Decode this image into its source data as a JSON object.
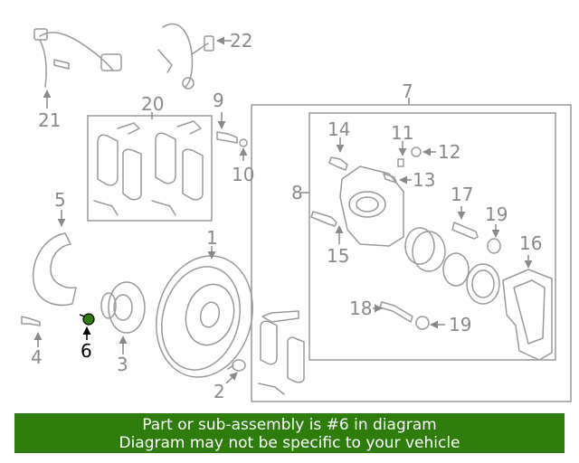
{
  "diagram": {
    "highlight_color": "#2e7d0c",
    "labels": {
      "p1": "1",
      "p2": "2",
      "p3": "3",
      "p4": "4",
      "p5": "5",
      "p6": "6",
      "p7": "7",
      "p8": "8",
      "p9": "9",
      "p10": "10",
      "p11": "11",
      "p12": "12",
      "p13": "13",
      "p14": "14",
      "p15": "15",
      "p16": "16",
      "p17": "17",
      "p18": "18",
      "p19a": "19",
      "p19b": "19",
      "p20": "20",
      "p21": "21",
      "p22": "22"
    }
  },
  "banner": {
    "line1": "Part or sub-assembly is #6 in diagram",
    "line2": "Diagram may not be specific to your vehicle",
    "color": "#2e7d0c"
  }
}
